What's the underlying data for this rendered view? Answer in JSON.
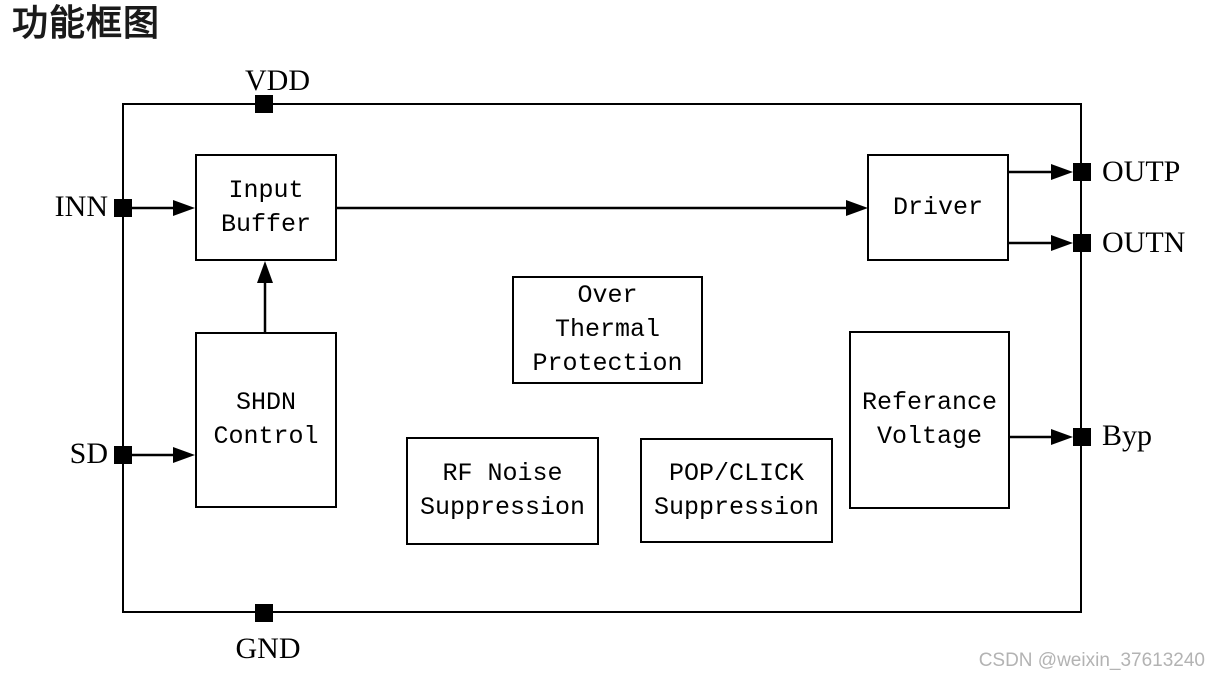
{
  "page": {
    "title": "功能框图",
    "watermark": "CSDN @weixin_37613240"
  },
  "diagram": {
    "blocks": [
      {
        "id": "input-buffer",
        "label": "Input\nBuffer"
      },
      {
        "id": "shdn-control",
        "label": "SHDN\nControl"
      },
      {
        "id": "over-thermal-protection",
        "label": "Over\nThermal\nProtection"
      },
      {
        "id": "rf-noise-suppression",
        "label": "RF Noise\nSuppression"
      },
      {
        "id": "pop-click-suppression",
        "label": "POP/CLICK\nSuppression"
      },
      {
        "id": "driver",
        "label": "Driver"
      },
      {
        "id": "referance-voltage",
        "label": "Referance\nVoltage"
      }
    ],
    "pins": [
      {
        "id": "vdd",
        "label": "VDD",
        "side": "top"
      },
      {
        "id": "gnd",
        "label": "GND",
        "side": "bottom"
      },
      {
        "id": "inn",
        "label": "INN",
        "side": "left"
      },
      {
        "id": "sd",
        "label": "SD",
        "side": "left"
      },
      {
        "id": "outp",
        "label": "OUTP",
        "side": "right"
      },
      {
        "id": "outn",
        "label": "OUTN",
        "side": "right"
      },
      {
        "id": "byp",
        "label": "Byp",
        "side": "right"
      }
    ],
    "connections": [
      {
        "from": "inn",
        "to": "input-buffer"
      },
      {
        "from": "input-buffer",
        "to": "driver"
      },
      {
        "from": "shdn-control",
        "to": "input-buffer"
      },
      {
        "from": "sd",
        "to": "shdn-control"
      },
      {
        "from": "driver",
        "to": "outp"
      },
      {
        "from": "driver",
        "to": "outn"
      },
      {
        "from": "referance-voltage",
        "to": "byp"
      }
    ],
    "colors": {
      "line": "#000000",
      "background": "#ffffff",
      "watermark_text": "#b3b3b3"
    }
  }
}
